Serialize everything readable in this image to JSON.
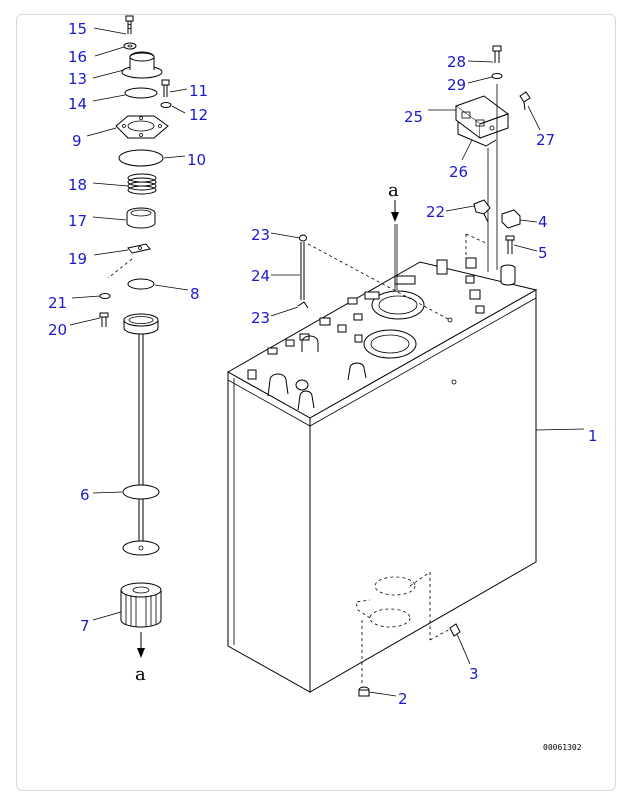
{
  "callouts": {
    "c1": "1",
    "c2": "2",
    "c3": "3",
    "c4": "4",
    "c5": "5",
    "c6": "6",
    "c7": "7",
    "c8": "8",
    "c9": "9",
    "c10": "10",
    "c11": "11",
    "c12": "12",
    "c13": "13",
    "c14": "14",
    "c15": "15",
    "c16": "16",
    "c17": "17",
    "c18": "18",
    "c19": "19",
    "c20": "20",
    "c21": "21",
    "c22": "22",
    "c23a": "23",
    "c23b": "23",
    "c24": "24",
    "c25": "25",
    "c26": "26",
    "c27": "27",
    "c28": "28",
    "c29": "29"
  },
  "arrow_labels": {
    "top": "a",
    "bottom": "a"
  },
  "drawing_code": "00061302",
  "colors": {
    "callout": "#1a1acc",
    "line": "#000000",
    "frame": "#d9d9d9"
  }
}
